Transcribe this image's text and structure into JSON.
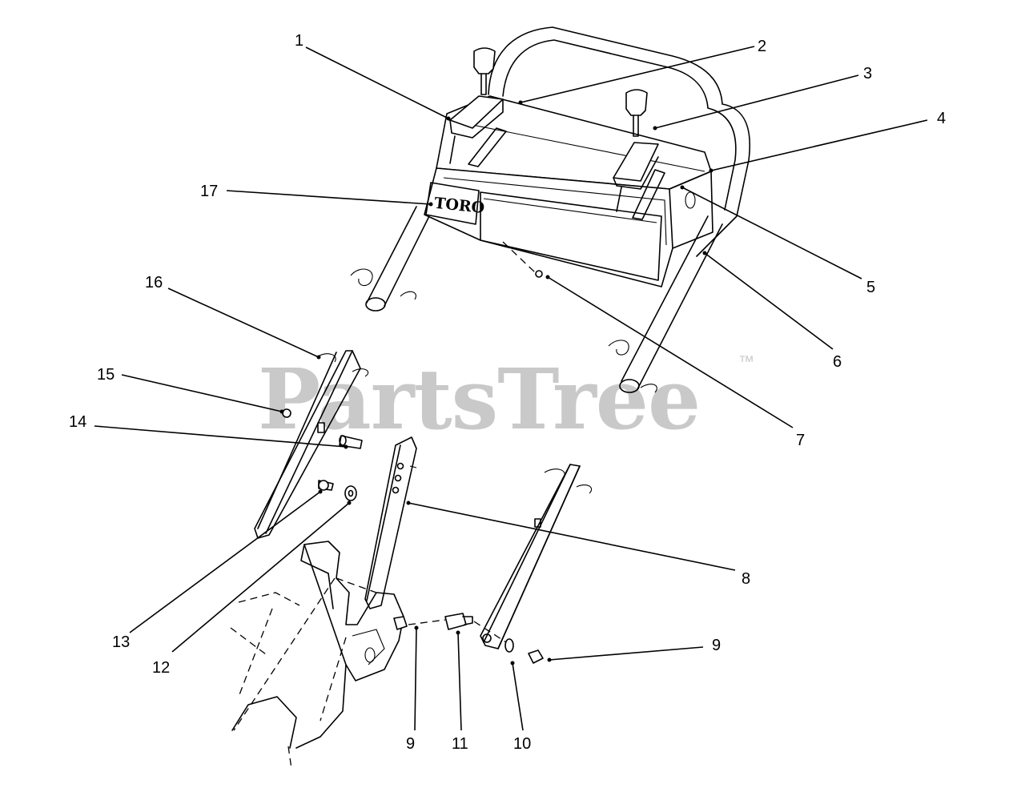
{
  "watermark": {
    "brand": "PartsTree",
    "trademark": "™"
  },
  "decal_logo": "TORO",
  "callouts": {
    "c1": "1",
    "c2": "2",
    "c3": "3",
    "c4": "4",
    "c5": "5",
    "c6": "6",
    "c7": "7",
    "c8": "8",
    "c9a": "9",
    "c9b": "9",
    "c10": "10",
    "c11": "11",
    "c12": "12",
    "c13": "13",
    "c14": "14",
    "c15": "15",
    "c16": "16",
    "c17": "17"
  }
}
